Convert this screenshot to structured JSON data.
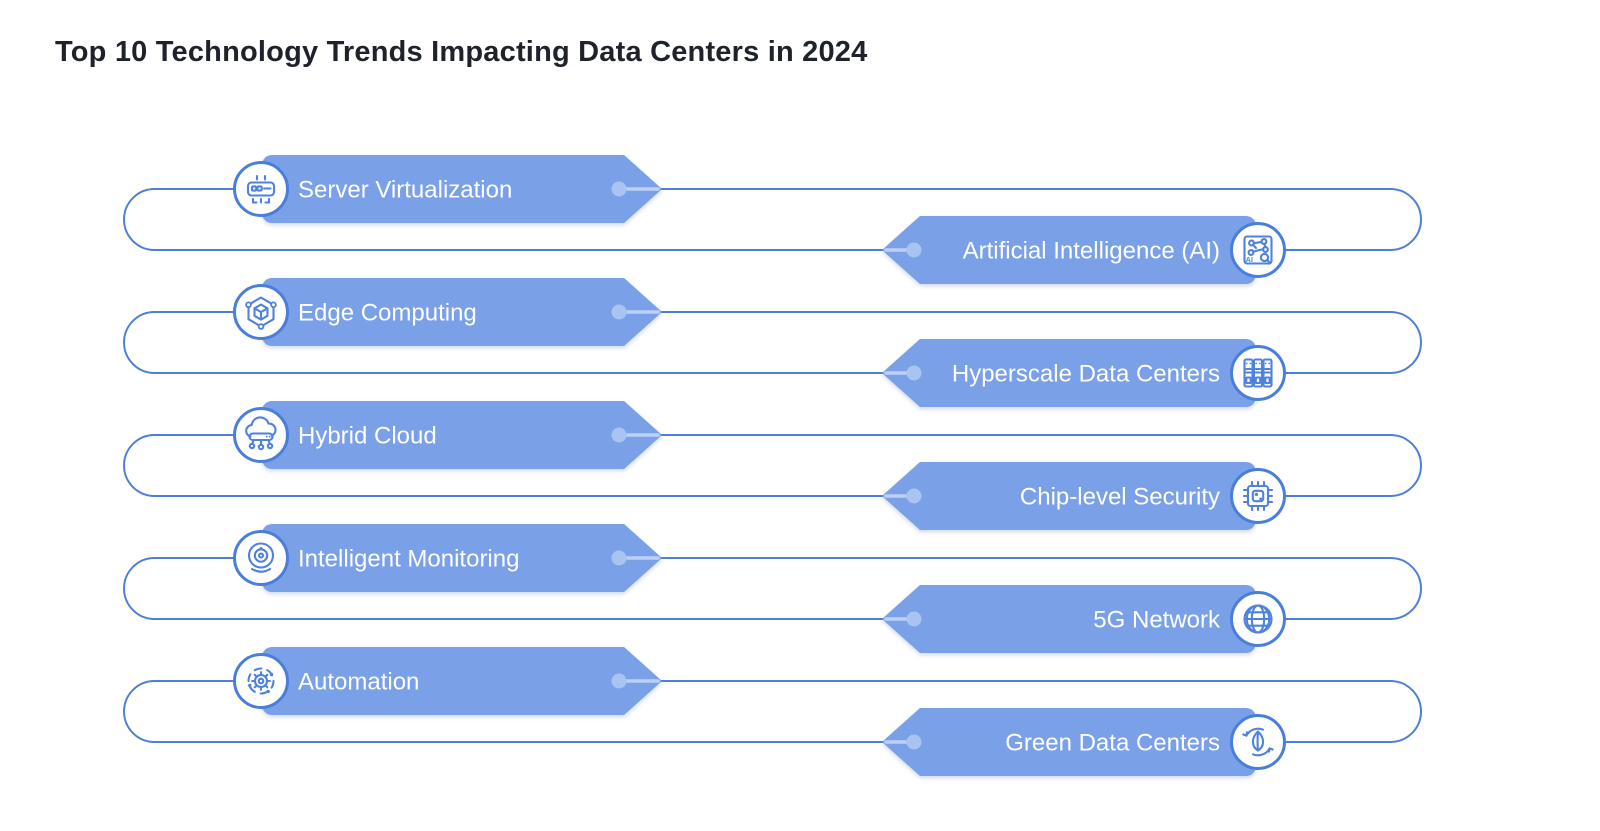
{
  "title": "Top 10 Technology Trends Impacting Data Centers in 2024",
  "colors": {
    "background": "#FFFFFF",
    "banner_fill": "#7AA0E8",
    "connector_line": "#4E7FD8",
    "icon_stroke": "#4E82DC",
    "icon_circle_fill": "#FFFFFF",
    "tip_dot": "#A9C4F1",
    "banner_text": "#FFFFFF",
    "title_text": "#1E222B"
  },
  "diagram": {
    "type": "alternating-banner-infographic",
    "pairs": [
      {
        "left": {
          "label": "Server Virtualization",
          "icon": "server-virtualization-icon"
        },
        "right": {
          "label": "Artificial Intelligence (AI)",
          "icon": "ai-circuit-icon"
        }
      },
      {
        "left": {
          "label": "Edge Computing",
          "icon": "edge-computing-cube-icon"
        },
        "right": {
          "label": "Hyperscale Data Centers",
          "icon": "server-racks-icon"
        }
      },
      {
        "left": {
          "label": "Hybrid Cloud",
          "icon": "hybrid-cloud-icon"
        },
        "right": {
          "label": "Chip-level Security",
          "icon": "secure-chip-icon"
        }
      },
      {
        "left": {
          "label": "Intelligent Monitoring",
          "icon": "monitoring-camera-icon"
        },
        "right": {
          "label": "5G Network",
          "icon": "globe-network-icon"
        }
      },
      {
        "left": {
          "label": "Automation",
          "icon": "automation-gear-icon"
        },
        "right": {
          "label": "Green Data Centers",
          "icon": "green-recycle-leaf-icon"
        }
      }
    ]
  }
}
